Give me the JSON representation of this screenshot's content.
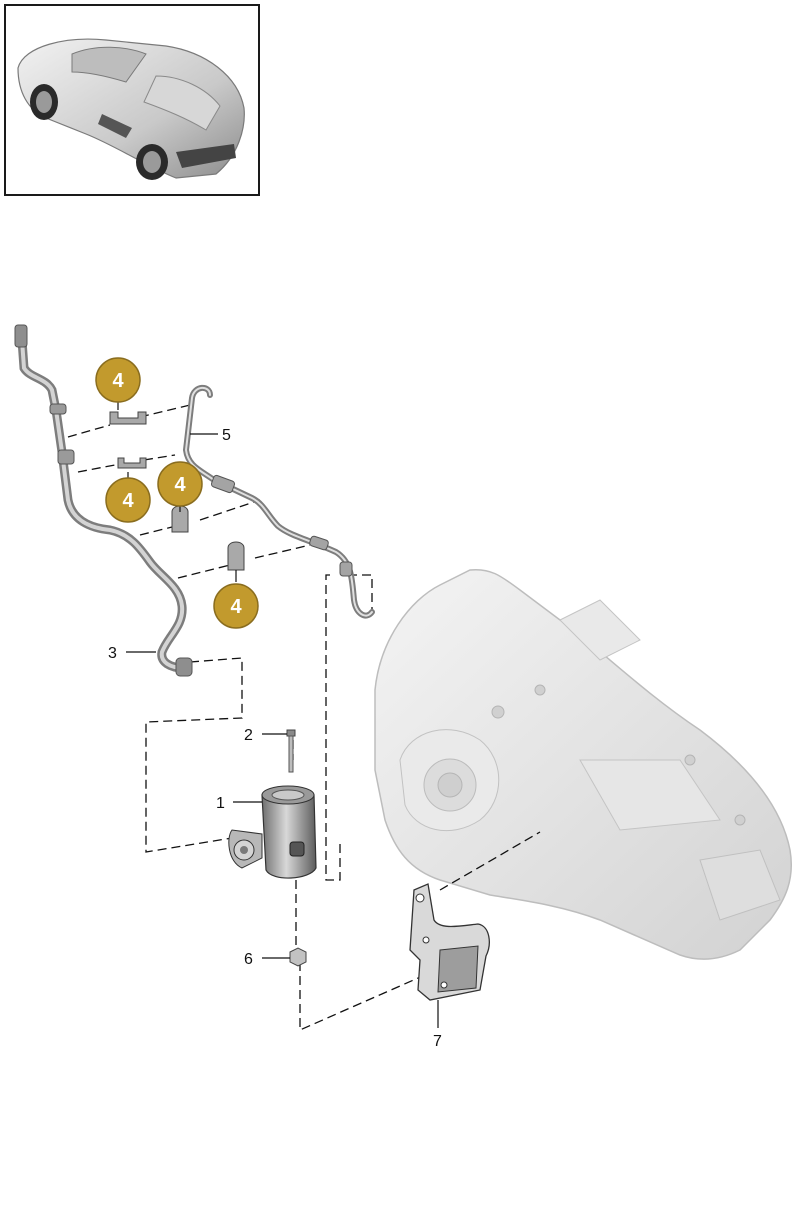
{
  "thumbnail": {
    "icon": "sports-convertible-car-icon"
  },
  "callouts": {
    "p1": "1",
    "p2": "2",
    "p3": "3",
    "p5": "5",
    "p6": "6",
    "p7": "7"
  },
  "badges": {
    "b1": "4",
    "b2": "4",
    "b3": "4",
    "b4": "4"
  },
  "colors": {
    "badge_fill": "#c29a2d",
    "badge_stroke": "#8a6d1f",
    "line": "#111111",
    "part_grey": "#9a9a9a",
    "housing_grey": "#e4e4e4"
  }
}
